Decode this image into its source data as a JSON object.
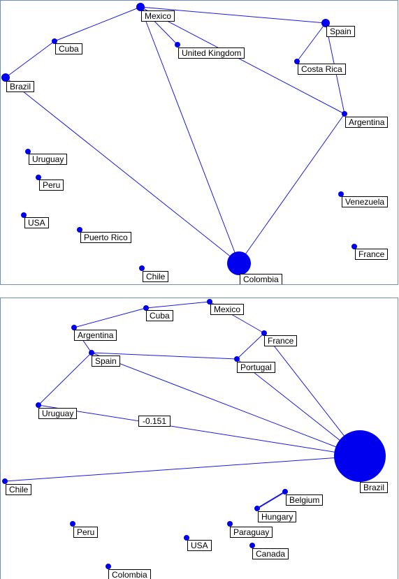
{
  "graphs": [
    {
      "nodes": {
        "mexico": {
          "label": "Mexico"
        },
        "cuba": {
          "label": "Cuba"
        },
        "brazil": {
          "label": "Brazil"
        },
        "uk": {
          "label": "United Kingdom"
        },
        "spain": {
          "label": "Spain"
        },
        "costa_rica": {
          "label": "Costa Rica"
        },
        "argentina": {
          "label": "Argentina"
        },
        "uruguay": {
          "label": "Uruguay"
        },
        "peru": {
          "label": "Peru"
        },
        "usa": {
          "label": "USA"
        },
        "puerto_rico": {
          "label": "Puerto Rico"
        },
        "chile": {
          "label": "Chile"
        },
        "venezuela": {
          "label": "Venezuela"
        },
        "france": {
          "label": "France"
        },
        "colombia": {
          "label": "Colombia"
        }
      },
      "edges": [
        [
          "brazil",
          "cuba"
        ],
        [
          "cuba",
          "mexico"
        ],
        [
          "mexico",
          "spain"
        ],
        [
          "mexico",
          "uk"
        ],
        [
          "mexico",
          "argentina"
        ],
        [
          "mexico",
          "colombia"
        ],
        [
          "spain",
          "costa_rica"
        ],
        [
          "spain",
          "argentina"
        ],
        [
          "brazil",
          "colombia"
        ],
        [
          "argentina",
          "colombia"
        ]
      ]
    },
    {
      "nodes": {
        "cuba": {
          "label": "Cuba"
        },
        "mexico": {
          "label": "Mexico"
        },
        "argentina": {
          "label": "Argentina"
        },
        "france": {
          "label": "France"
        },
        "spain": {
          "label": "Spain"
        },
        "portugal": {
          "label": "Portugal"
        },
        "uruguay": {
          "label": "Uruguay"
        },
        "brazil": {
          "label": "Brazil"
        },
        "chile": {
          "label": "Chile"
        },
        "belgium": {
          "label": "Belgium"
        },
        "hungary": {
          "label": "Hungary"
        },
        "peru": {
          "label": "Peru"
        },
        "paraguay": {
          "label": "Paraguay"
        },
        "usa": {
          "label": "USA"
        },
        "canada": {
          "label": "Canada"
        },
        "colombia": {
          "label": "Colombia"
        }
      },
      "edges": [
        [
          "argentina",
          "cuba"
        ],
        [
          "cuba",
          "mexico"
        ],
        [
          "mexico",
          "france"
        ],
        [
          "argentina",
          "spain"
        ],
        [
          "spain",
          "uruguay"
        ],
        [
          "spain",
          "portugal"
        ],
        [
          "france",
          "portugal"
        ],
        [
          "spain",
          "brazil"
        ],
        [
          "portugal",
          "brazil"
        ],
        [
          "france",
          "brazil"
        ],
        [
          "uruguay",
          "brazil"
        ],
        [
          "chile",
          "brazil"
        ],
        [
          "belgium",
          "hungary"
        ]
      ],
      "edge_labels": [
        {
          "edge": [
            "uruguay",
            "brazil"
          ],
          "text": "-0.151"
        }
      ]
    }
  ]
}
